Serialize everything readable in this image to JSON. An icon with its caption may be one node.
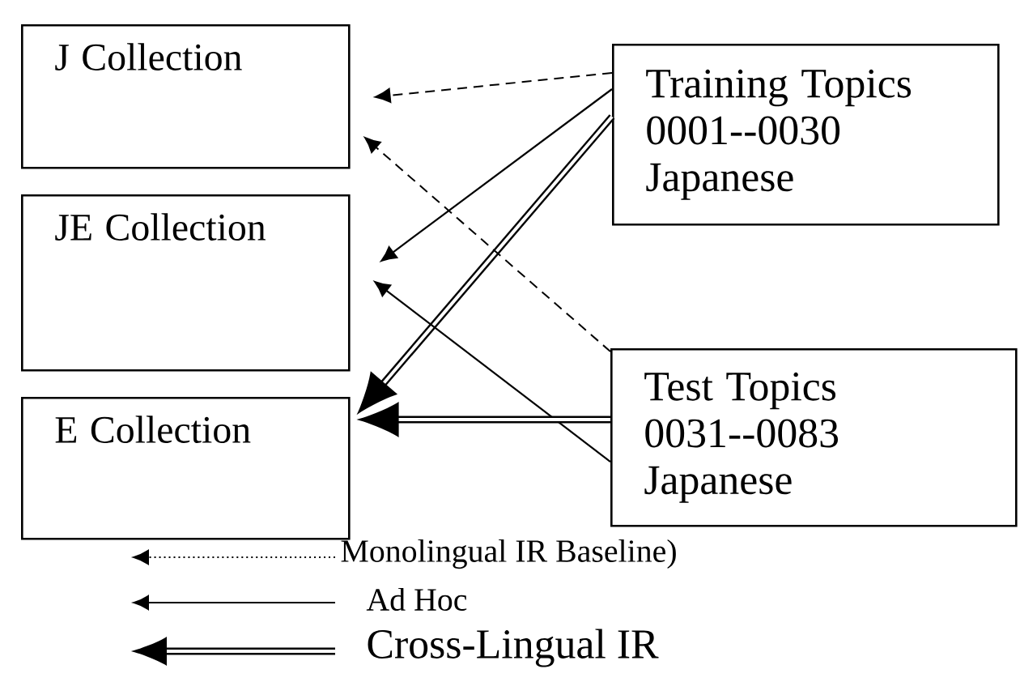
{
  "diagram": {
    "nodes": [
      {
        "text": [
          "J Collection"
        ]
      },
      {
        "text": [
          "JE Collection"
        ]
      },
      {
        "text": [
          "E Collection"
        ]
      },
      {
        "text": [
          "Training Topics 0001--0030 Japanese"
        ]
      },
      {
        "text": [
          "Test Topics 0031--0083 Japanese"
        ]
      }
    ],
    "edges": [
      {
        "from": 3,
        "to": 0,
        "arrow": "to",
        "style": "dashed"
      },
      {
        "from": 3,
        "to": 1,
        "arrow": "to"
      },
      {
        "from": 3,
        "to": 2,
        "arrow": "to",
        "style": "thick"
      },
      {
        "from": 4,
        "to": 0,
        "arrow": "to",
        "style": "dashed"
      },
      {
        "from": 4,
        "to": 1,
        "arrow": "to"
      },
      {
        "from": 4,
        "to": 2,
        "arrow": "to",
        "style": "thick"
      }
    ],
    "legend": [
      {
        "text": "Monolingual IR Baseline)"
      },
      {
        "text": "Ad Hoc"
      },
      {
        "text": "Cross-Lingual IR"
      }
    ]
  }
}
